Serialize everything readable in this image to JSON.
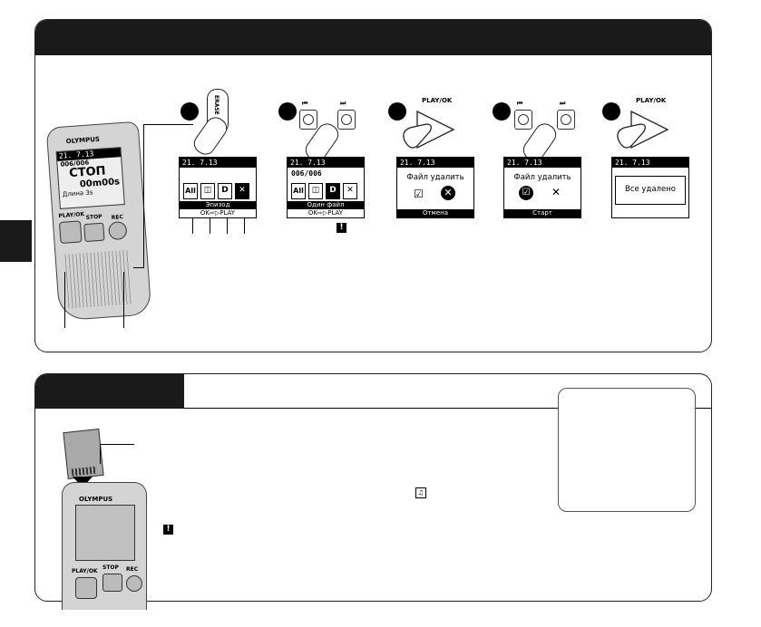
{
  "screens": {
    "s1": {
      "header": "21. 7.13",
      "file": "006/006",
      "status": "СТОП",
      "time": "00m00s",
      "length": "Длина  3s"
    },
    "s2": {
      "header": "21. 7.13",
      "icons": [
        "All",
        "◫",
        "D",
        "✕"
      ],
      "bar": "Эпизод",
      "hint": "OK⇨▷PLAY"
    },
    "s3": {
      "header": "21. 7.13",
      "file": "006/006",
      "icons": [
        "All",
        "◫",
        "D",
        "✕"
      ],
      "bar": "Один файл",
      "hint": "OK⇨▷PLAY"
    },
    "s4": {
      "header": "21. 7.13",
      "line1": "Файл удалить",
      "bar": "Отмена"
    },
    "s5": {
      "header": "21. 7.13",
      "line1": "Файл удалить",
      "bar": "Старт"
    },
    "s6": {
      "header": "21. 7.13",
      "line1": "Все удалено"
    }
  },
  "buttons": {
    "erase": "ERASE",
    "playok": "PLAY/OK",
    "prev": "⏮",
    "next": "⏭",
    "device_brand": "OLYMPUS",
    "play": "PLAY/OK",
    "stop": "STOP",
    "rec": "REC"
  },
  "warn_glyph": "!",
  "colors": {
    "ink": "#000000",
    "device": "#d4d4d4",
    "panel_border": "#222222"
  }
}
